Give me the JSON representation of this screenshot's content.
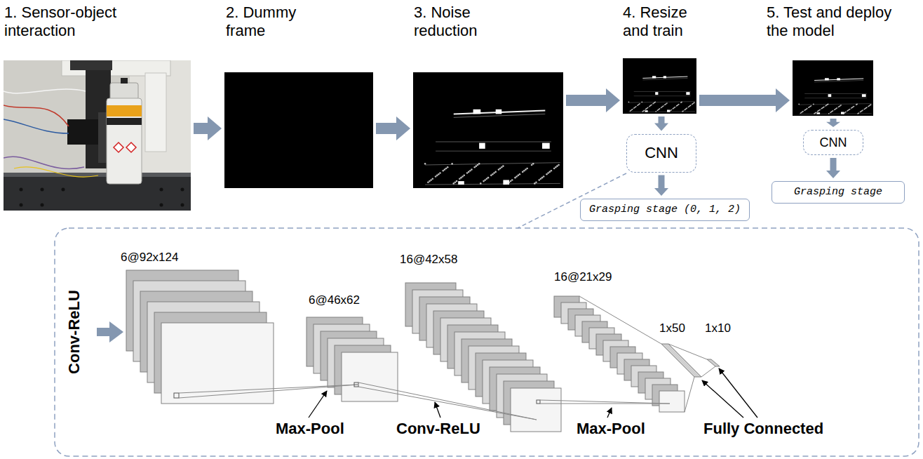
{
  "diagram": {
    "nodes": [
      {
        "text": [
          "1. Sensor-object interaction"
        ]
      },
      {
        "text": [
          "2. Dummy frame"
        ]
      },
      {
        "text": [
          "3. Noise reduction"
        ]
      },
      {
        "text": [
          "4. Resize and train"
        ]
      },
      {
        "text": [
          "5. Test and deploy the model"
        ]
      },
      {
        "text": [
          "CNN"
        ]
      },
      {
        "text": [
          "Grasping stage (0, 1, 2)"
        ]
      },
      {
        "text": [
          "CNN"
        ]
      },
      {
        "text": [
          "Grasping stage"
        ]
      }
    ],
    "edges": [
      {
        "from": 0,
        "to": 1,
        "arrow": "to"
      },
      {
        "from": 1,
        "to": 2,
        "arrow": "to"
      },
      {
        "from": 2,
        "to": 3,
        "arrow": "to"
      },
      {
        "from": 3,
        "to": 4,
        "arrow": "to"
      },
      {
        "from": 3,
        "to": 5,
        "arrow": "to"
      },
      {
        "from": 5,
        "to": 6,
        "arrow": "to"
      },
      {
        "from": 4,
        "to": 7,
        "arrow": "to"
      },
      {
        "from": 7,
        "to": 8,
        "arrow": "to"
      }
    ],
    "labels": [
      "6@92x124",
      "6@46x62",
      "16@42x58",
      "16@21x29",
      "1x50",
      "1x10",
      "Conv-ReLU",
      "Max-Pool",
      "Conv-ReLU",
      "Max-Pool",
      "Fully Connected"
    ]
  }
}
